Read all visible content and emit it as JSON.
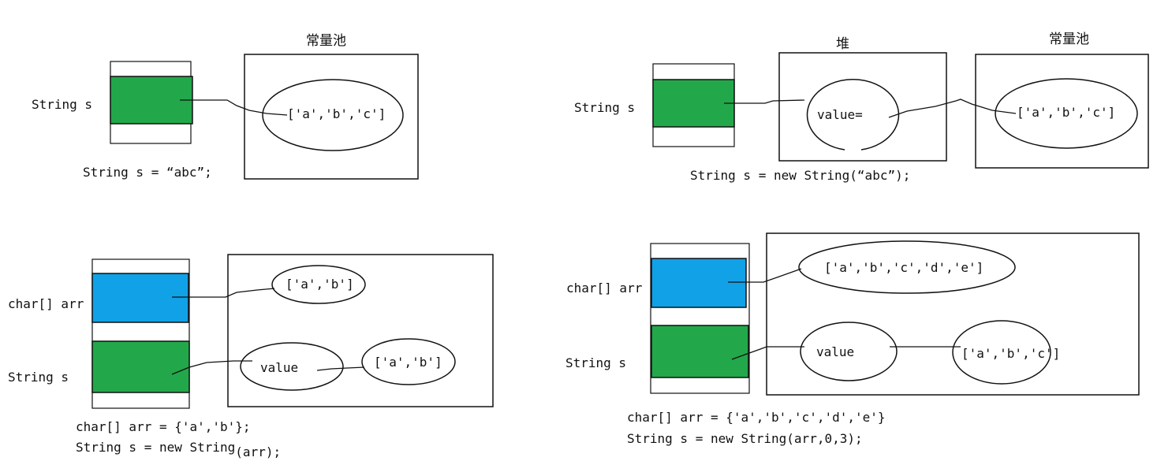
{
  "diagram1": {
    "var_label": "String s",
    "pool_title": "常量池",
    "pool_content": "['a','b','c']",
    "code": "String s = “abc”;"
  },
  "diagram2": {
    "var_label": "String s",
    "heap_title": "堆",
    "heap_content": "value=",
    "pool_title": "常量池",
    "pool_content": "['a','b','c']",
    "code": "String s = new String(“abc”);"
  },
  "diagram3": {
    "arr_label": "char[] arr",
    "var_label": "String s",
    "arr_content": "['a','b']",
    "value_label": "value",
    "copy_content": "['a','b']",
    "code_line1": "char[] arr = {'a','b'};",
    "code_line2_prefix": "String s = new String",
    "code_line2_suffix": "(arr);"
  },
  "diagram4": {
    "arr_label": "char[] arr",
    "var_label": "String s",
    "arr_content": "['a','b','c','d','e']",
    "value_label": "value",
    "copy_content": "['a','b','c']",
    "code_line1": "char[] arr = {'a','b','c','d','e'}",
    "code_line2": "String s = new String(arr,0,3);"
  }
}
